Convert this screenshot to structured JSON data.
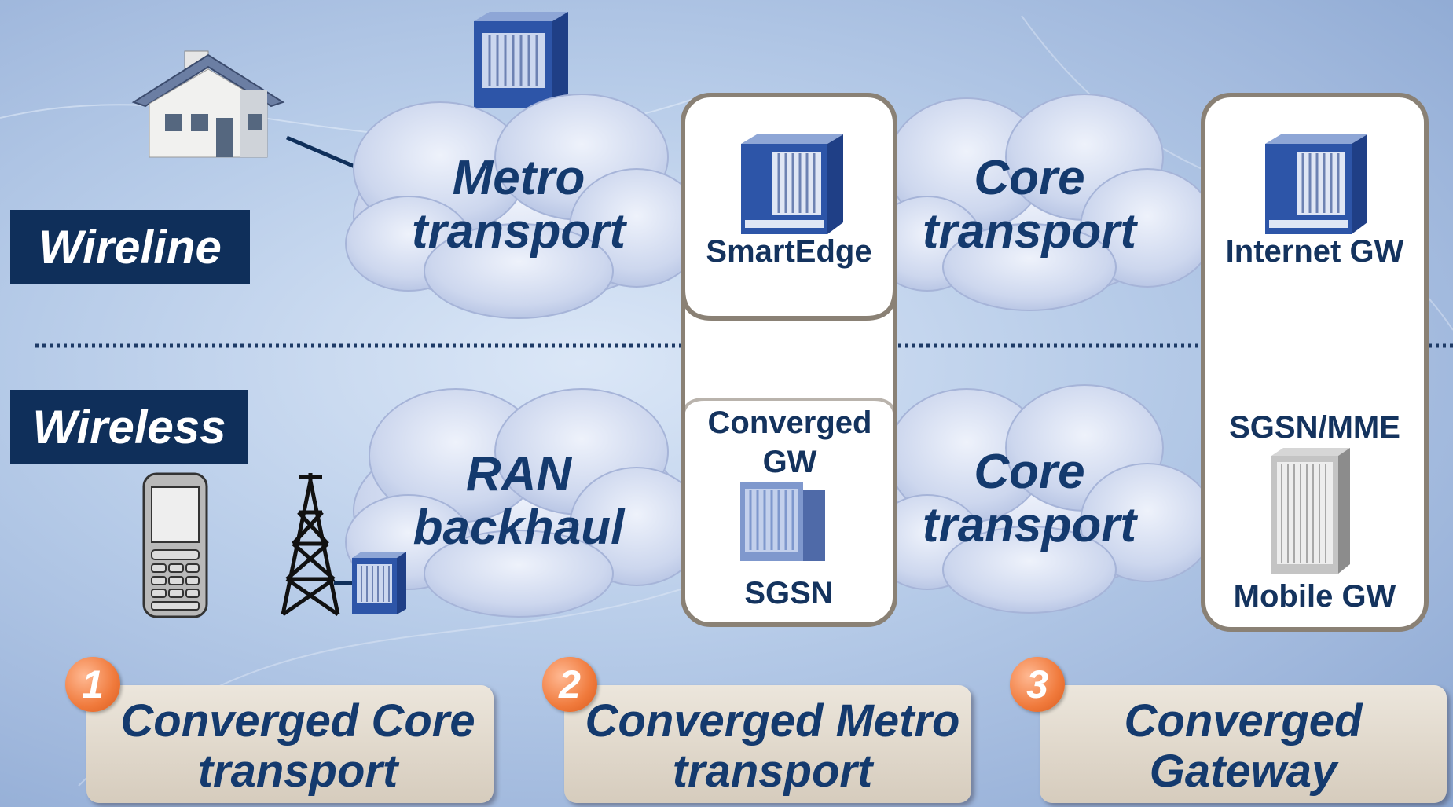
{
  "row_labels": {
    "wireline": "Wireline",
    "wireless": "Wireless"
  },
  "clouds": {
    "metro": "Metro transport",
    "core_top": "Core transport",
    "ran": "RAN backhaul",
    "core_bottom": "Core transport"
  },
  "nodes": {
    "smartedge": "SmartEdge",
    "converged_gw": "Converged GW",
    "sgsn": "SGSN",
    "internet_gw": "Internet GW",
    "sgsn_mme": "SGSN/MME",
    "mobile_gw": "Mobile GW"
  },
  "bottom_boxes": [
    {
      "number": "1",
      "label": "Converged Core transport"
    },
    {
      "number": "2",
      "label": "Converged Metro transport"
    },
    {
      "number": "3",
      "label": "Converged Gateway"
    }
  ],
  "colors": {
    "navy": "#0f2f5a",
    "text_blue": "#143a6e",
    "badge_orange": "#f07a3c",
    "box_border": "#8a8175",
    "cloud": "#c9d4ec"
  }
}
